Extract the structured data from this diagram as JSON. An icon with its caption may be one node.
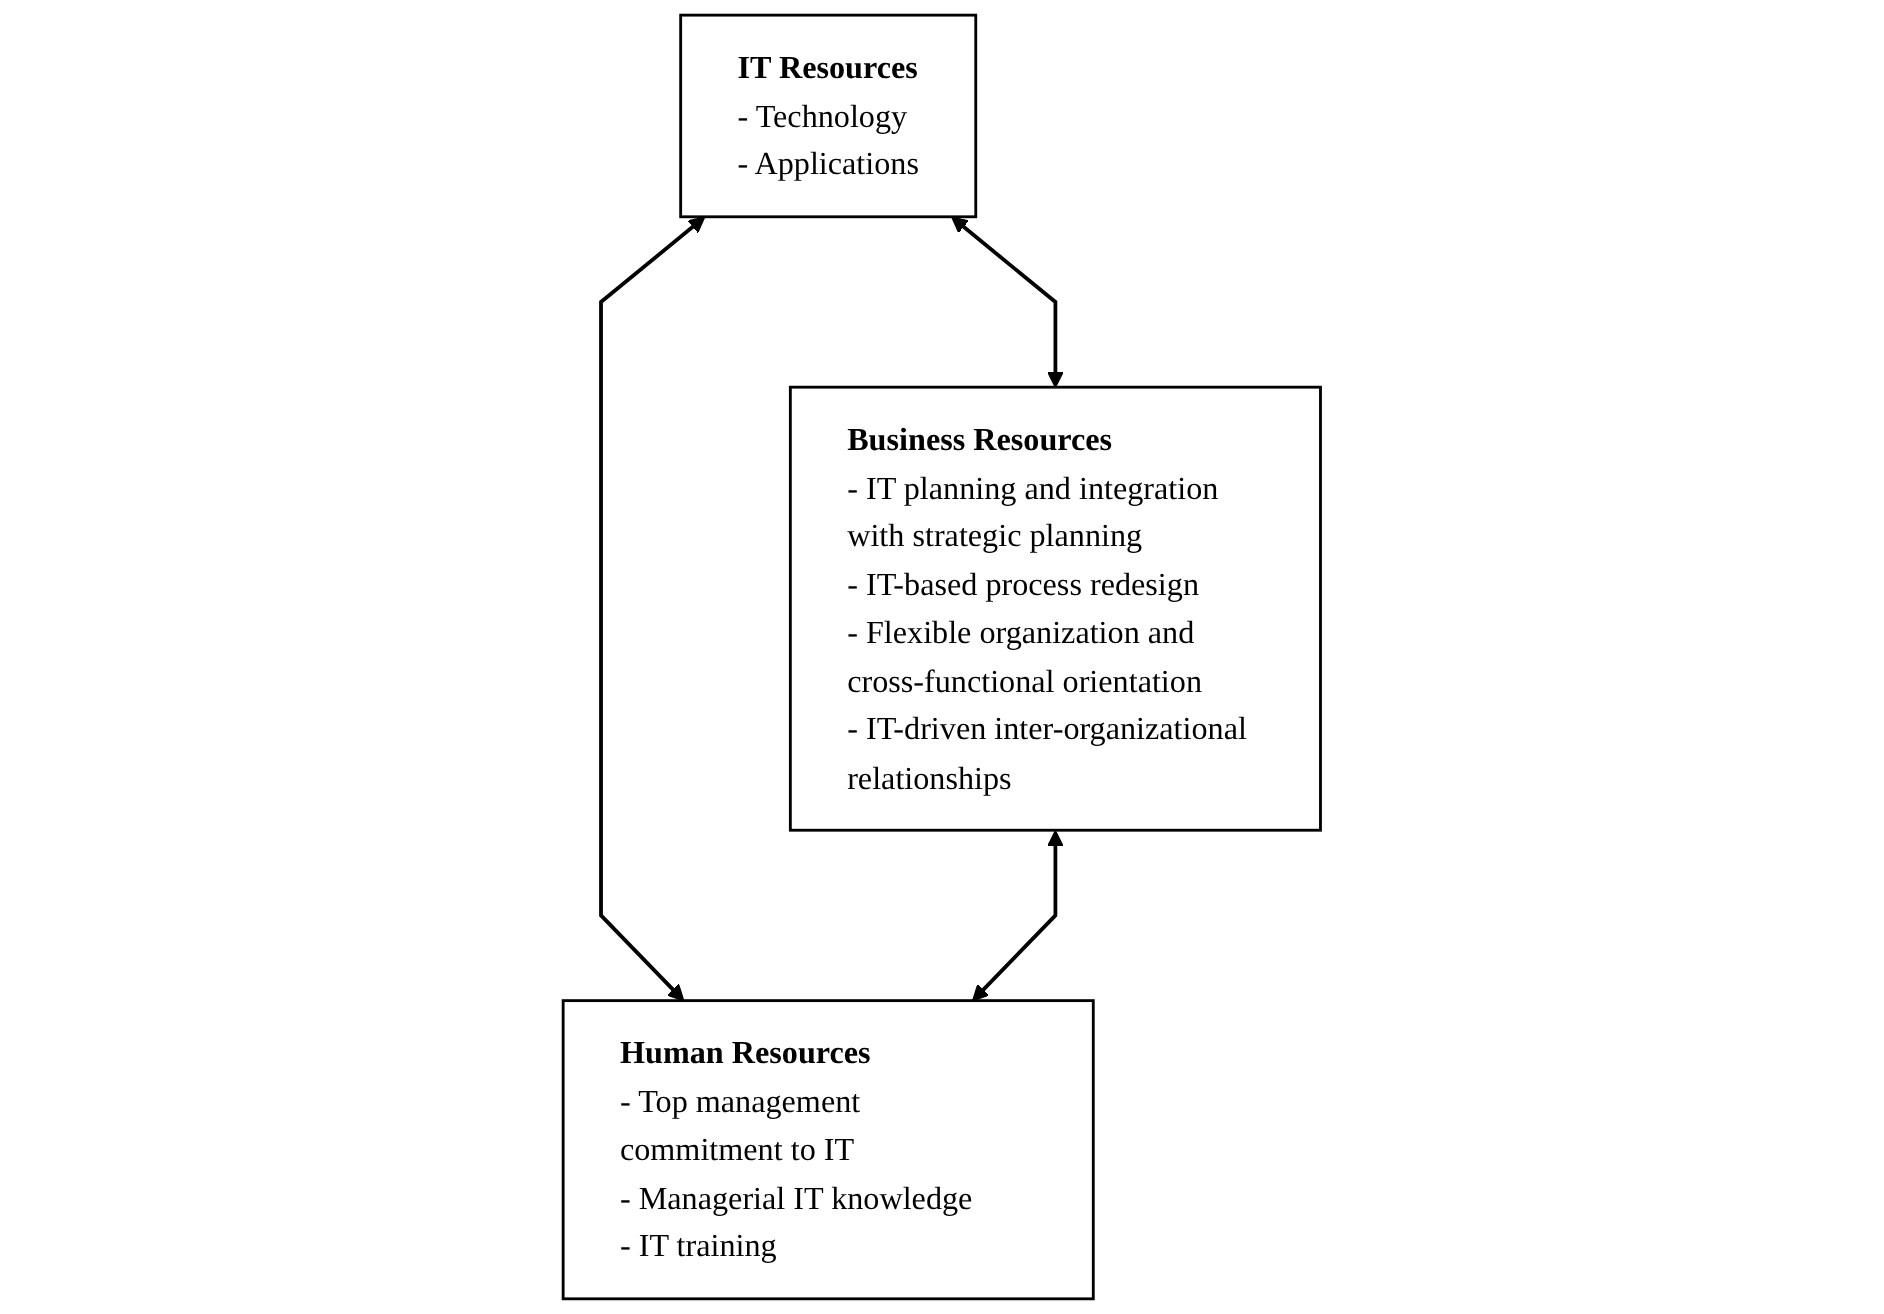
{
  "diagram": {
    "nodes": [
      {
        "text": [
          "IT Resources",
          "- Technology",
          "- Applications"
        ]
      },
      {
        "text": [
          "Business Resources",
          "- IT planning and integration with strategic planning",
          "- IT-based process redesign",
          "- Flexible organization and cross-functional orientation",
          "- IT-driven inter-organizational relationships"
        ]
      },
      {
        "text": [
          "Human Resources",
          "- Top management commitment to IT",
          "- Managerial IT knowledge",
          "- IT training"
        ]
      }
    ],
    "edges": [
      {
        "from": 0,
        "to": 1,
        "arrow": "both"
      },
      {
        "from": 0,
        "to": 2,
        "arrow": "both"
      },
      {
        "from": 1,
        "to": 2,
        "arrow": "both"
      }
    ]
  }
}
